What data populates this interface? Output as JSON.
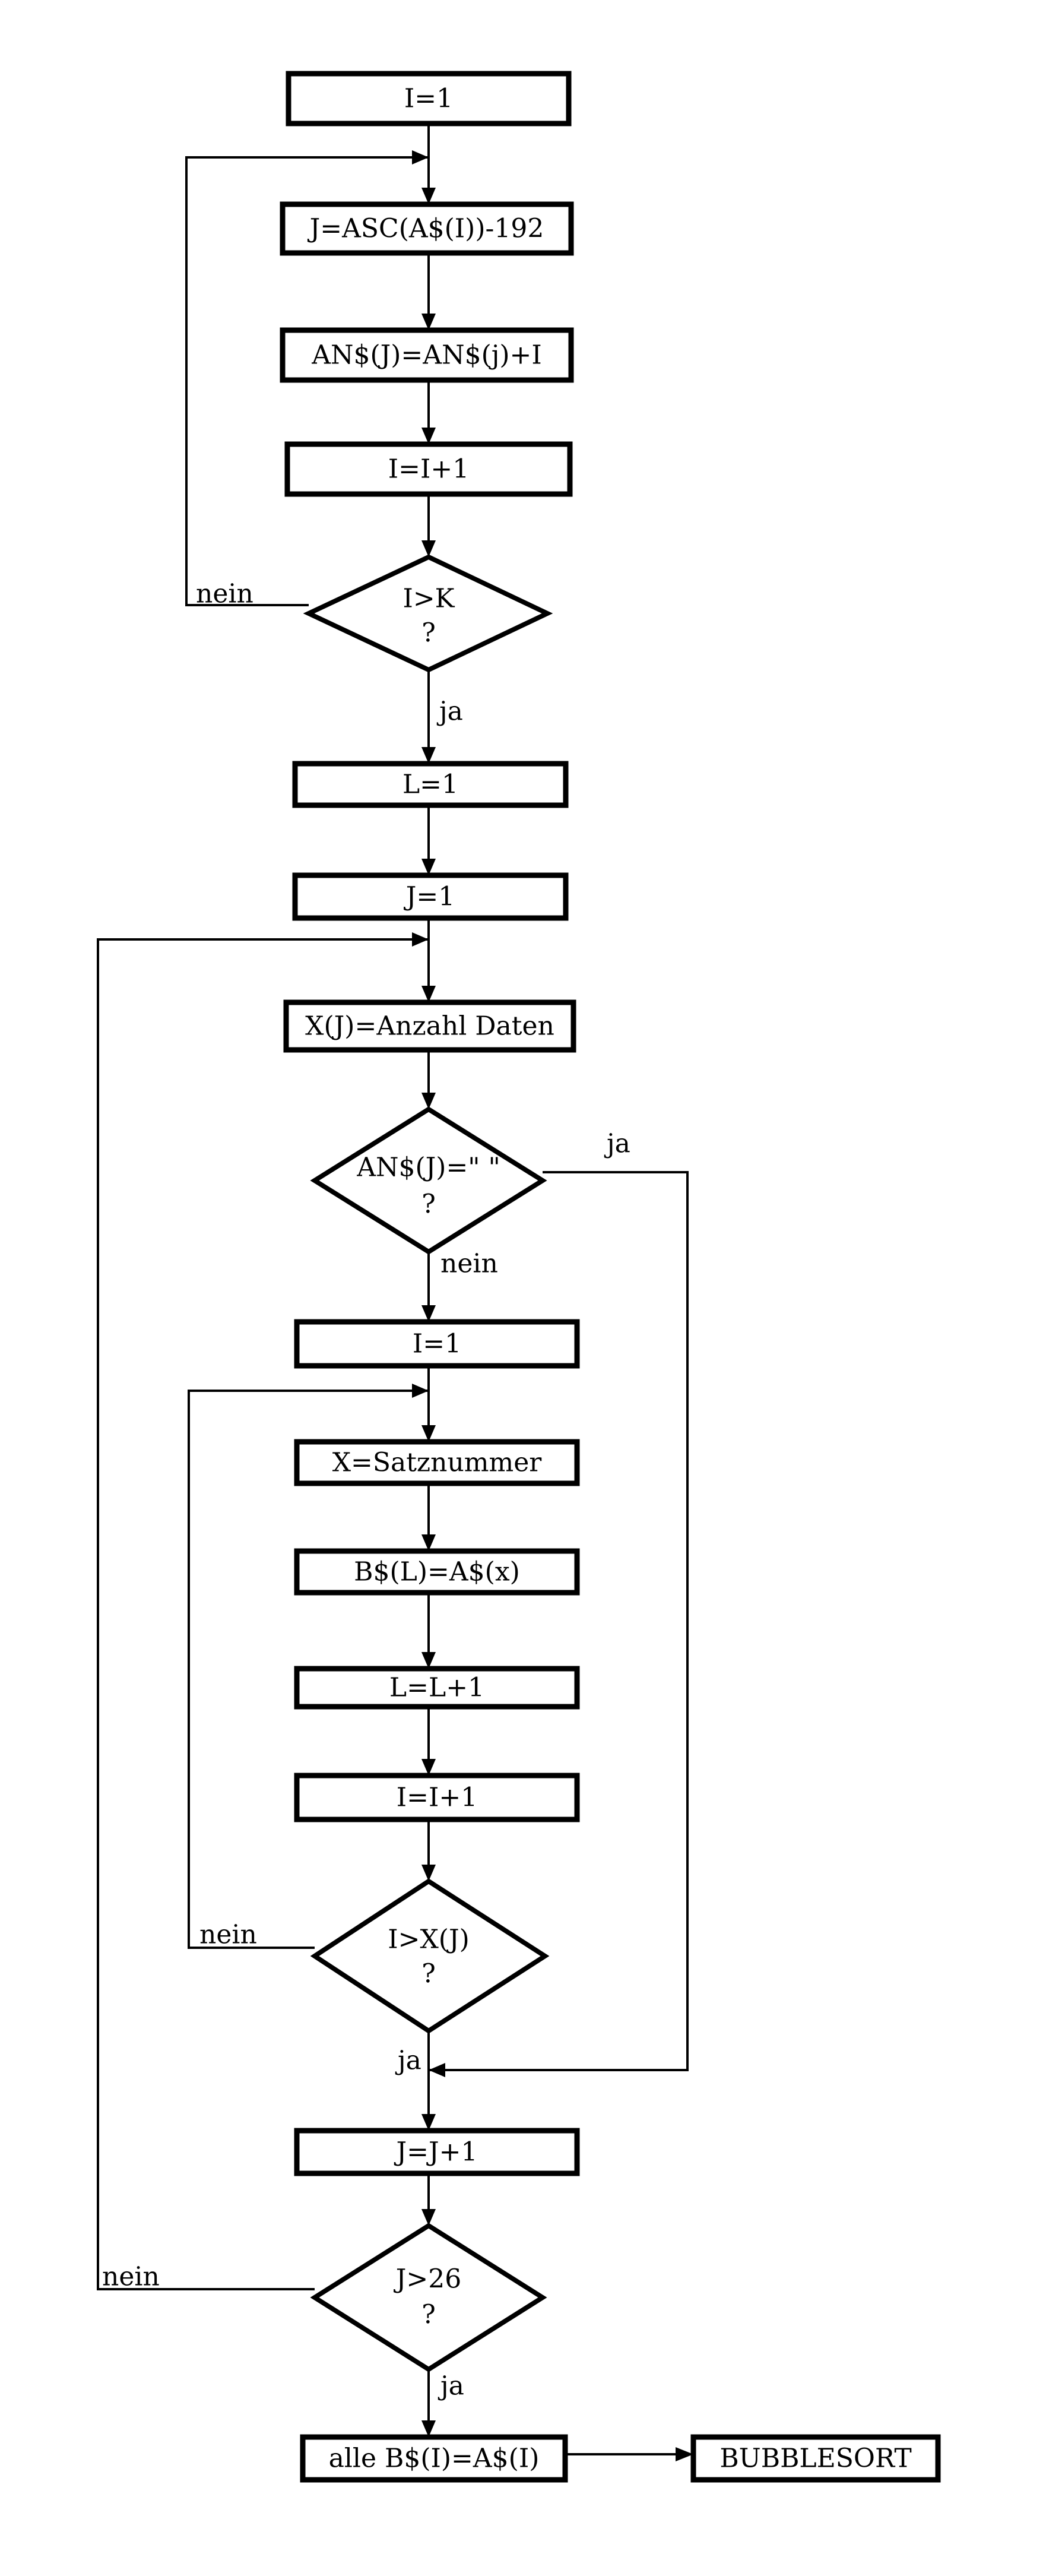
{
  "flowchart": {
    "process": {
      "i_init_1": "I=1",
      "j_asc": "J=ASC(A$(I))-192",
      "an_update": "AN$(J)=AN$(j)+I",
      "i_inc_1": "I=I+1",
      "l_init": "L=1",
      "j_init": "J=1",
      "xj_count": "X(J)=Anzahl Daten",
      "i_init_2": "I=1",
      "x_satz": "X=Satznummer",
      "b_assign": "B$(L)=A$(x)",
      "l_inc": "L=L+1",
      "i_inc_2": "I=I+1",
      "j_inc": "J=J+1",
      "all_b": "alle B$(I)=A$(I)",
      "bubblesort": "BUBBLESORT"
    },
    "decisions": {
      "i_gt_k": {
        "line1": "I>K",
        "line2": "?"
      },
      "an_empty": {
        "line1": "AN$(J)=\" \"",
        "line2": "?"
      },
      "i_gt_xj": {
        "line1": "I>X(J)",
        "line2": "?"
      },
      "j_gt_26": {
        "line1": "J>26",
        "line2": "?"
      }
    },
    "branch_labels": {
      "no_i_gt_k": "nein",
      "yes_i_gt_k": "ja",
      "yes_an_empty": "ja",
      "no_an_empty": "nein",
      "no_i_gt_xj": "nein",
      "yes_i_gt_xj": "ja",
      "no_j_gt_26": "nein",
      "yes_j_gt_26": "ja"
    }
  }
}
